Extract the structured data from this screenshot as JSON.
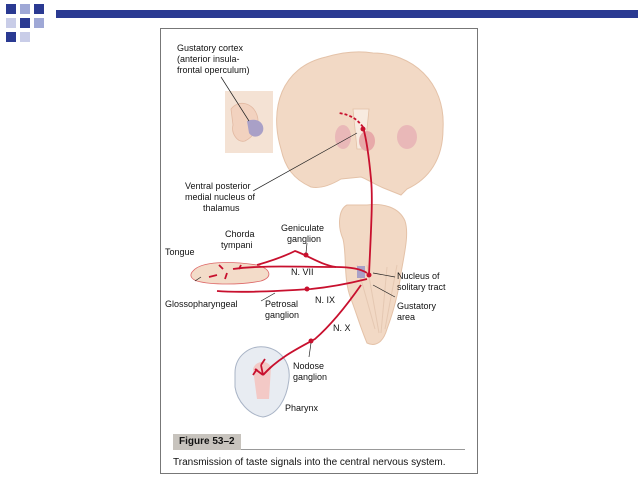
{
  "theme": {
    "nerve_color": "#c8102e",
    "tissue_color": "#f3dcc9",
    "brain_color": "#f2d9c5",
    "highlight_color": "#a9a0c7",
    "bar_color": "#2a3a92",
    "caption_box_color": "#c7c3bd"
  },
  "labels": {
    "gustatory_cortex": [
      "Gustatory cortex",
      "(anterior insula-",
      "frontal operculum)"
    ],
    "vpm_thalamus": [
      "Ventral posterior",
      "medial nucleus of",
      "thalamus"
    ],
    "geniculate": [
      "Geniculate",
      "ganglion"
    ],
    "chorda": [
      "Chorda",
      "tympani"
    ],
    "tongue": "Tongue",
    "n7": "N. VII",
    "glossopharyngeal": "Glossopharyngeal",
    "petrosal": [
      "Petrosal",
      "ganglion"
    ],
    "n9": "N. IX",
    "n10": "N. X",
    "nucleus_solitary": [
      "Nucleus of",
      "solitary tract"
    ],
    "gustatory_area": [
      "Gustatory",
      "area"
    ],
    "nodose": [
      "Nodose",
      "ganglion"
    ],
    "pharynx": "Pharynx"
  },
  "caption": {
    "figure_label": "Figure 53–2",
    "text": "Transmission of taste signals into the central nervous system."
  }
}
